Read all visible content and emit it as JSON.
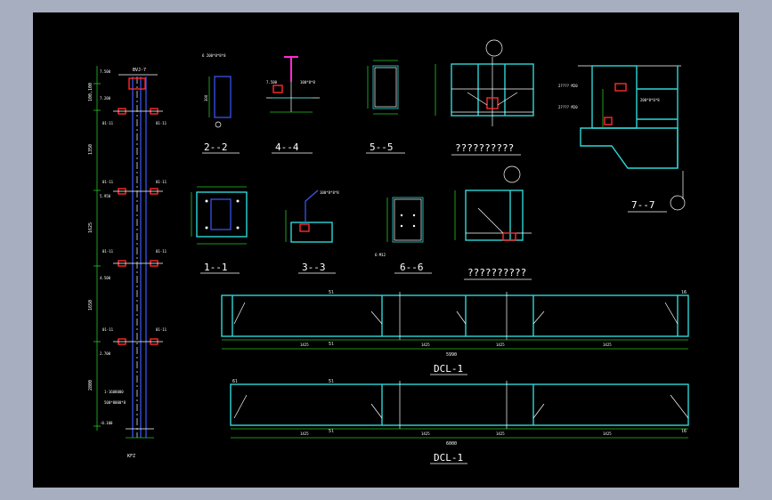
{
  "colors": {
    "background": "#000000",
    "outer": "#a6aec0",
    "cyan": "#2fd7d7",
    "green": "#27c427",
    "blue": "#3b5bff",
    "red": "#ff2b2b",
    "magenta": "#ff2bd6",
    "white": "#ffffff"
  },
  "column": {
    "title": "KFZ",
    "top_tag": "BVJ-7",
    "dims": [
      "100,100",
      "1350",
      "1625",
      "1650",
      "2800"
    ],
    "elevations": [
      "7.500",
      "7.200",
      "5.950",
      "4.500",
      "2.700",
      "-0.100"
    ],
    "labels": [
      "01-11",
      "01-11",
      "01-11",
      "01-11",
      "01-11",
      "01-11",
      "01-11",
      "01-11"
    ],
    "base_note": "1-1608000",
    "base_note2": "500*8000*8"
  },
  "sections": {
    "s22": "2--2",
    "s44": "4--4",
    "s55": "5--5",
    "s11": "1--1",
    "s33": "3--3",
    "s66": "6--6",
    "s77": "7--7",
    "qmark1": "??????????",
    "qmark2": "??????????",
    "note_66": "6-M12",
    "dim_300": "300",
    "s22_note": "6 200*8*8*8",
    "s44_elev": "7.500",
    "s44_note": "100*8*8",
    "s77_notes": [
      "2???? M20",
      "2???? M20",
      "200*8*6*8"
    ],
    "s33_note": "100*8*8*8"
  },
  "beams": {
    "beam1": {
      "title": "DCL-1",
      "total": "5990",
      "spans": [
        "1425",
        "1425",
        "1425",
        "1425"
      ],
      "top_label": "5l",
      "bot_label": "5l",
      "end_label": "l6"
    },
    "beam2": {
      "title": "DCL-1",
      "total": "6000",
      "spans": [
        "1425",
        "1425",
        "1425",
        "1425"
      ],
      "top_label": "5l",
      "bot_label": "5l",
      "end_label": "l6",
      "start_label": "6l"
    }
  }
}
